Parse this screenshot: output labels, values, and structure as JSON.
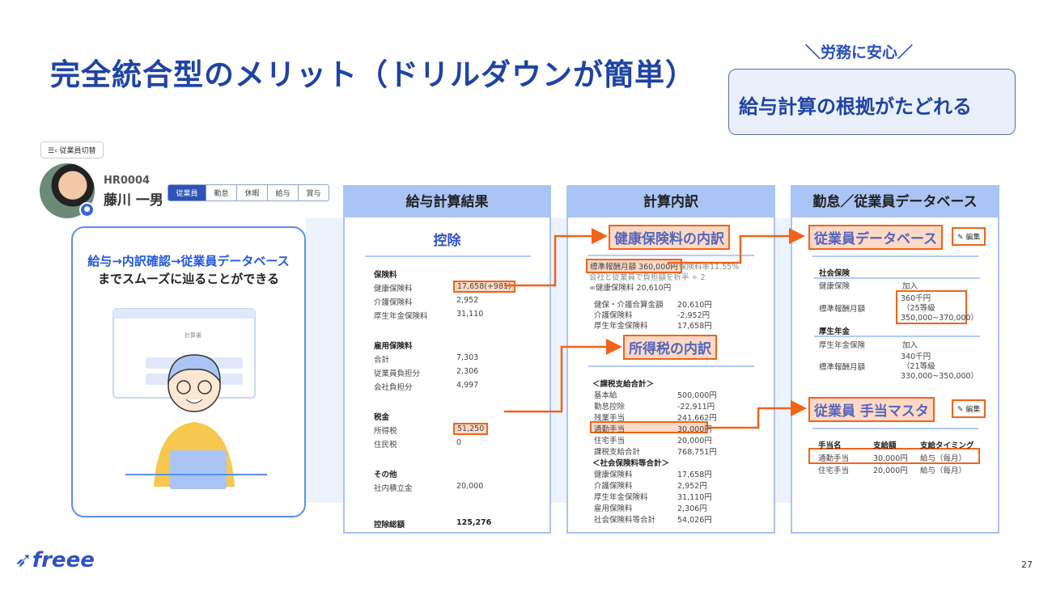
{
  "title": "完全統合型のメリット（ドリルダウンが簡単）",
  "tagline": "＼労務に安心／",
  "callout": "給与計算の根拠がたどれる",
  "employee": {
    "switch_label": "従業員切替",
    "id": "HR0004",
    "name": "藤川 一男",
    "tabs": [
      "従業員",
      "勤怠",
      "休暇",
      "給与",
      "賞与"
    ]
  },
  "card": {
    "line1": "給与→内訳確認→従業員データベース",
    "line2": "までスムーズに辿ることができる",
    "mock_title": "計算書"
  },
  "panel1": {
    "header": "給与計算結果",
    "section": "控除",
    "groups": [
      {
        "title": "保険料",
        "rows": [
          [
            "健康保険料",
            "17,658(+981)"
          ],
          [
            "介護保険料",
            "2,952"
          ],
          [
            "厚生年金保険料",
            "31,110"
          ]
        ]
      },
      {
        "title": "雇用保険料",
        "rows": [
          [
            "合計",
            "7,303"
          ],
          [
            "従業員負担分",
            "2,306"
          ],
          [
            "会社負担分",
            "4,997"
          ]
        ]
      },
      {
        "title": "税金",
        "rows": [
          [
            "所得税",
            "51,250"
          ],
          [
            "住民税",
            "0"
          ]
        ]
      },
      {
        "title": "その他",
        "rows": [
          [
            "社内積立金",
            "20,000"
          ]
        ]
      }
    ],
    "total": [
      "控除総額",
      "125,276"
    ]
  },
  "panel2": {
    "header": "計算内訳",
    "sec1": "健康保険料の内訳",
    "formula": [
      "標準報酬月額 360,000円",
      "× 保険料率11.55%",
      "会社と従業員で負担額を折半 ÷ 2",
      "=健康保険料 20,610円"
    ],
    "rows1": [
      [
        "健保・介護合算金額",
        "20,610円"
      ],
      [
        "介護保険料",
        "-2,952円"
      ],
      [
        "厚生年金保険料",
        "17,658円"
      ]
    ],
    "sec2": "所得税の内訳",
    "head_a": "＜課税支給合計＞",
    "rows2": [
      [
        "基本給",
        "500,000円"
      ],
      [
        "勤怠控除",
        "-22,911円"
      ],
      [
        "残業手当",
        "241,662円"
      ],
      [
        "通勤手当",
        "30,000円"
      ],
      [
        "住宅手当",
        "20,000円"
      ],
      [
        "課税支給合計",
        "768,751円"
      ]
    ],
    "head_b": "＜社会保険料等合計＞",
    "rows3": [
      [
        "健康保険料",
        "17,658円"
      ],
      [
        "介護保険料",
        "2,952円"
      ],
      [
        "厚生年金保険料",
        "31,110円"
      ],
      [
        "雇用保険料",
        "2,306円"
      ],
      [
        "社会保険料等合計",
        "54,026円"
      ]
    ]
  },
  "panel3": {
    "header": "勤怠／従業員データベース",
    "sec1": "従業員データベース",
    "edit": "編集",
    "si": "社会保険",
    "si_rows": [
      [
        "健康保険",
        "加入"
      ]
    ],
    "std": "標準報酬月額",
    "si_std": [
      "360千円",
      "（25等級",
      "350,000~370,000）"
    ],
    "pension": "厚生年金",
    "pe_rows": [
      [
        "厚生年金保険",
        "加入"
      ]
    ],
    "pe_std": [
      "340千円",
      "（21等級",
      "330,000~350,000）"
    ],
    "sec2": "従業員 手当マスタ",
    "cols": [
      "手当名",
      "支給額",
      "支給タイミング"
    ],
    "rows": [
      [
        "通勤手当",
        "30,000円",
        "給与（毎月）"
      ],
      [
        "住宅手当",
        "20,000円",
        "給与（毎月）"
      ]
    ]
  },
  "logo": "freee",
  "page": "27",
  "accent": "#f2631a"
}
